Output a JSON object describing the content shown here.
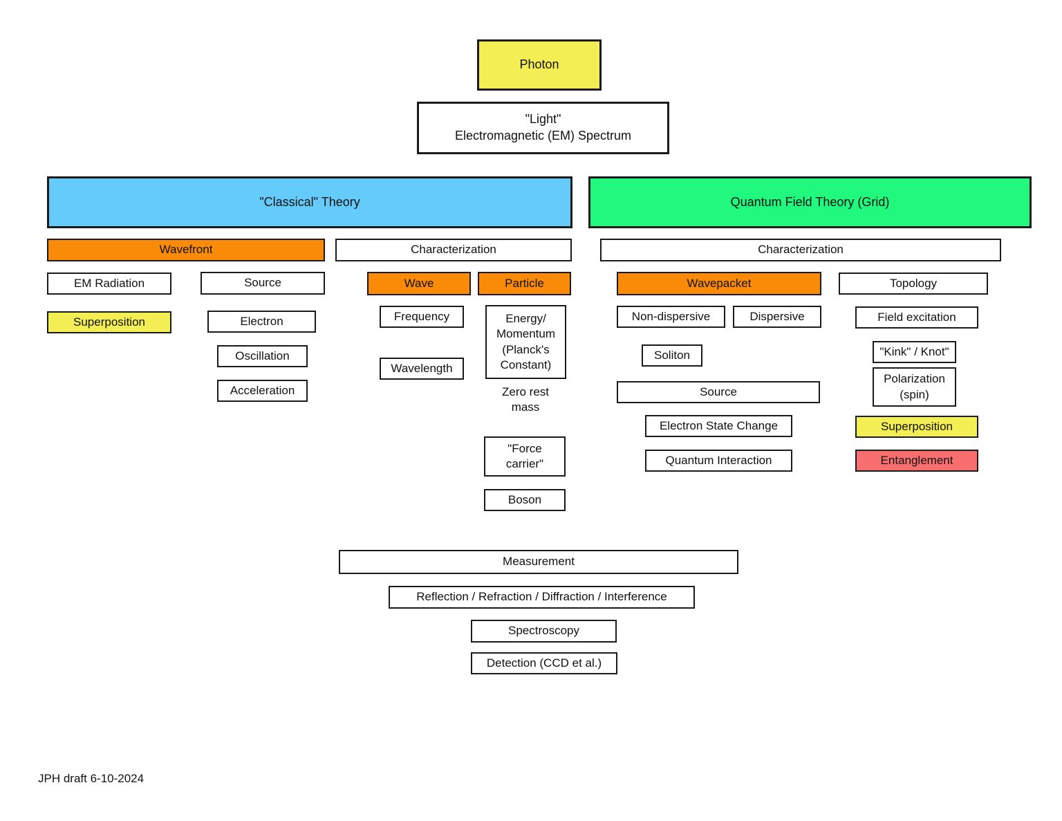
{
  "colors": {
    "yellow": "#f2ee54",
    "blue": "#64cbfa",
    "green": "#21f97e",
    "orange": "#f98b09",
    "red": "#f96f6f",
    "border": "#1a1a1a",
    "background": "#ffffff"
  },
  "root": {
    "photon": "Photon",
    "light_spectrum": "\"Light\"\nElectromagnetic (EM) Spectrum"
  },
  "classical": {
    "title": "\"Classical\" Theory",
    "wavefront": {
      "title": "Wavefront",
      "em_radiation": "EM Radiation",
      "superposition": "Superposition",
      "source": "Source",
      "electron": "Electron",
      "oscillation": "Oscillation",
      "acceleration": "Acceleration"
    },
    "characterization": {
      "title": "Characterization",
      "wave": {
        "title": "Wave",
        "frequency": "Frequency",
        "wavelength": "Wavelength"
      },
      "particle": {
        "title": "Particle",
        "energy_momentum": "Energy/\nMomentum\n(Planck's\nConstant)",
        "zero_rest_mass": "Zero rest\nmass",
        "force_carrier": "\"Force\ncarrier\"",
        "boson": "Boson"
      }
    }
  },
  "quantum": {
    "title": "Quantum Field Theory (Grid)",
    "characterization": {
      "title": "Characterization",
      "wavepacket": {
        "title": "Wavepacket",
        "non_dispersive": "Non-dispersive",
        "dispersive": "Dispersive",
        "soliton": "Soliton",
        "source": "Source",
        "electron_state_change": "Electron State Change",
        "quantum_interaction": "Quantum Interaction"
      },
      "topology": {
        "title": "Topology",
        "field_excitation": "Field excitation",
        "kink_knot": "\"Kink\" / Knot\"",
        "polarization": "Polarization\n(spin)",
        "superposition": "Superposition",
        "entanglement": "Entanglement"
      }
    }
  },
  "measurement": {
    "title": "Measurement",
    "methods": "Reflection / Refraction / Diffraction / Interference",
    "spectroscopy": "Spectroscopy",
    "detection": "Detection (CCD et al.)"
  },
  "footer": "JPH draft 6-10-2024"
}
